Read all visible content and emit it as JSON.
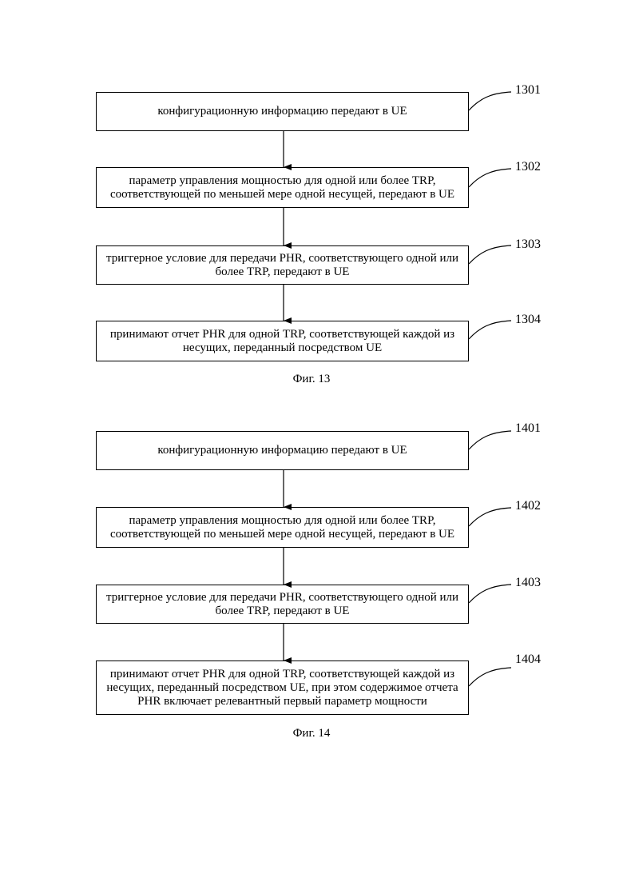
{
  "figures": [
    {
      "caption": "Фиг. 13",
      "steps": [
        {
          "ref": "1301",
          "text": "конфигурационную информацию передают в UE"
        },
        {
          "ref": "1302",
          "text": "параметр управления мощностью для одной или более TRP, соответствующей по меньшей мере одной несущей, передают в UE"
        },
        {
          "ref": "1303",
          "text": "триггерное условие для передачи PHR, соответствующего одной или более TRP, передают в UE"
        },
        {
          "ref": "1304",
          "text": "принимают отчет PHR для одной TRP, соответствующей каждой из несущих, переданный посредством UE"
        }
      ]
    },
    {
      "caption": "Фиг. 14",
      "steps": [
        {
          "ref": "1401",
          "text": "конфигурационную информацию передают в UE"
        },
        {
          "ref": "1402",
          "text": "параметр управления мощностью для одной или более TRP, соответствующей по меньшей мере одной несущей, передают в UE"
        },
        {
          "ref": "1403",
          "text": "триггерное условие для передачи PHR, соответствующего одной или более TRP, передают в UE"
        },
        {
          "ref": "1404",
          "text": "принимают отчет PHR для одной TRP, соответствующей каждой из несущих, переданный посредством UE, при этом содержимое отчета PHR включает релевантный первый параметр мощности"
        }
      ]
    }
  ]
}
